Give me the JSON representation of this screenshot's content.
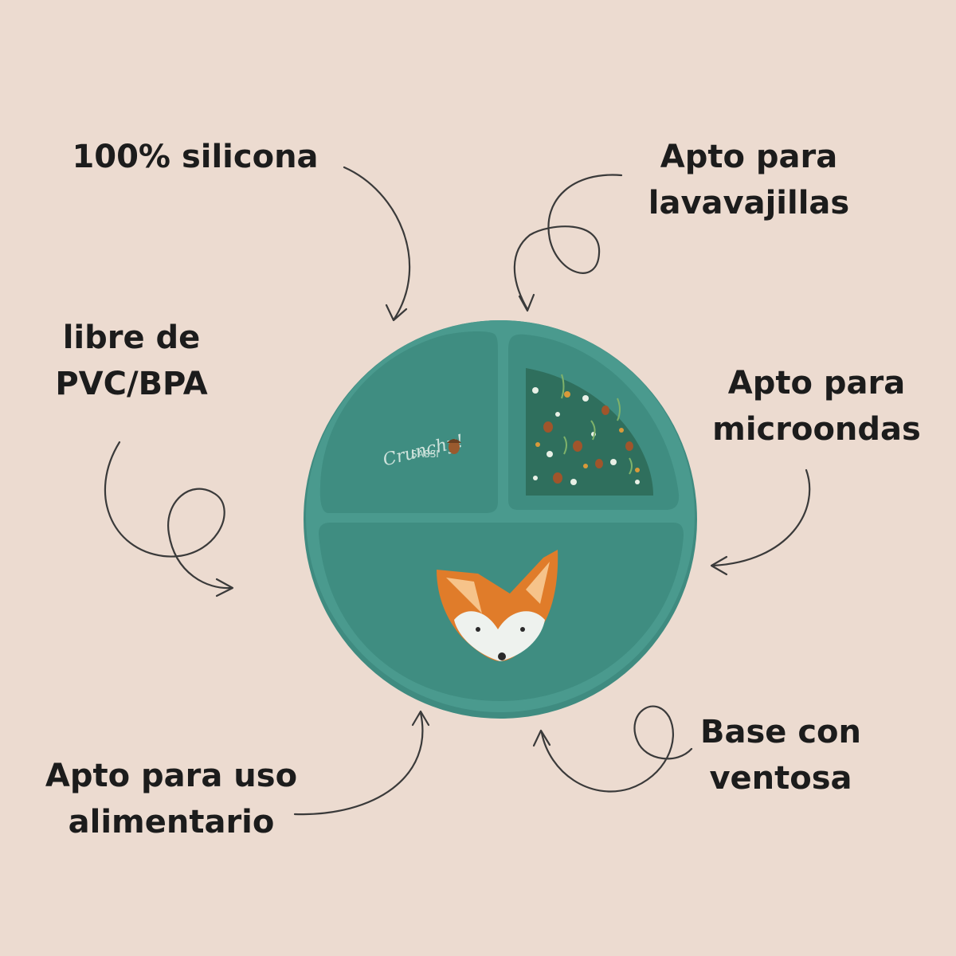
{
  "features": {
    "silicona": {
      "lines": [
        "100% silicona"
      ]
    },
    "libre": {
      "lines": [
        "libre de",
        "PVC/BPA"
      ]
    },
    "lavavajillas": {
      "lines": [
        "Apto para",
        "lavavajillas"
      ]
    },
    "microondas": {
      "lines": [
        "Apto para",
        "microondas"
      ]
    },
    "alimentario": {
      "lines": [
        "Apto para uso",
        "alimentario"
      ]
    },
    "ventosa": {
      "lines": [
        "Base con",
        "ventosa"
      ]
    }
  },
  "plate": {
    "brand_script": "Crunchy!",
    "brand_name": "SASSI",
    "color": "#4a9a8e"
  }
}
